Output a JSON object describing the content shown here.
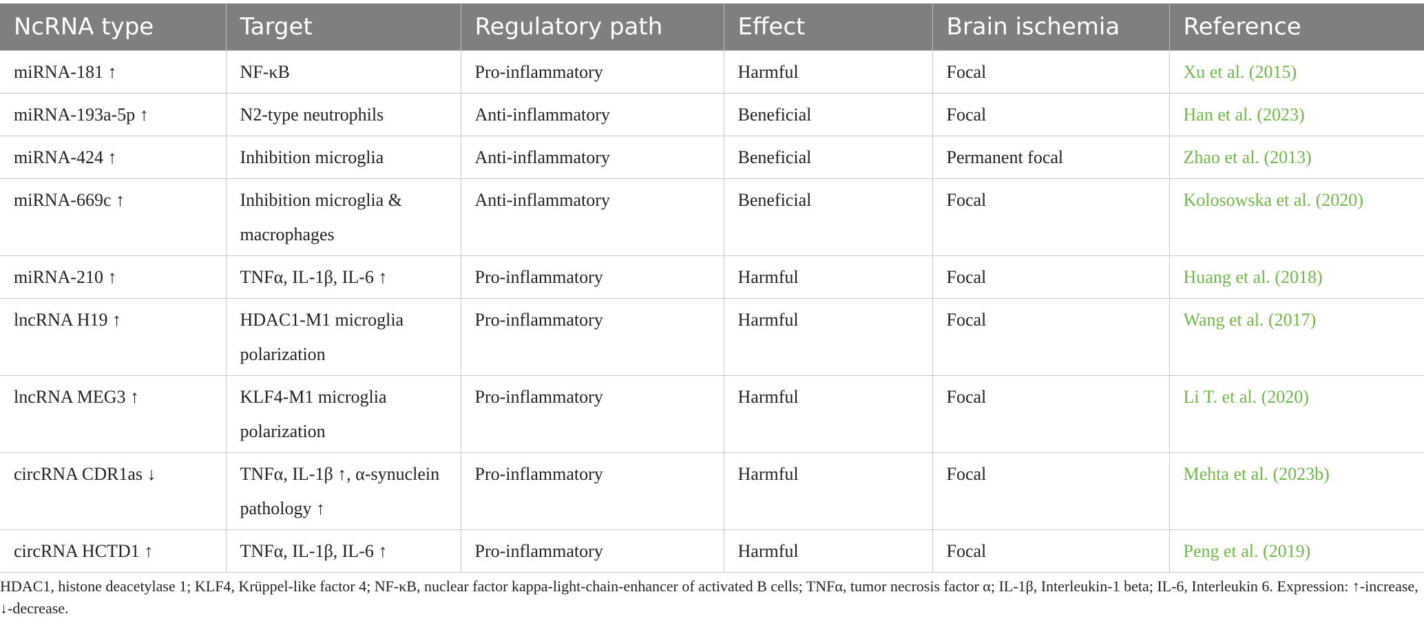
{
  "table": {
    "headers": [
      "NcRNA type",
      "Target",
      "Regulatory path",
      "Effect",
      "Brain ischemia",
      "Reference"
    ],
    "rows": [
      {
        "ncrna": "miRNA-181 ↑",
        "target": "NF-κB",
        "path": "Pro-inflammatory",
        "effect": "Harmful",
        "ischemia": "Focal",
        "reference": "Xu et al. (2015)"
      },
      {
        "ncrna": "miRNA-193a-5p ↑",
        "target": "N2-type neutrophils",
        "path": "Anti-inflammatory",
        "effect": "Beneficial",
        "ischemia": "Focal",
        "reference": "Han et al. (2023)"
      },
      {
        "ncrna": "miRNA-424 ↑",
        "target": "Inhibition microglia",
        "path": "Anti-inflammatory",
        "effect": "Beneficial",
        "ischemia": "Permanent focal",
        "reference": "Zhao et al. (2013)"
      },
      {
        "ncrna": "miRNA-669c ↑",
        "target": "Inhibition microglia & macrophages",
        "path": "Anti-inflammatory",
        "effect": "Beneficial",
        "ischemia": "Focal",
        "reference": "Kolosowska et al. (2020)"
      },
      {
        "ncrna": "miRNA-210 ↑",
        "target": "TNFα, IL-1β, IL-6 ↑",
        "path": "Pro-inflammatory",
        "effect": "Harmful",
        "ischemia": "Focal",
        "reference": "Huang et al. (2018)"
      },
      {
        "ncrna": "lncRNA H19 ↑",
        "target": "HDAC1-M1 microglia polarization",
        "path": "Pro-inflammatory",
        "effect": "Harmful",
        "ischemia": "Focal",
        "reference": "Wang et al. (2017)"
      },
      {
        "ncrna": "lncRNA MEG3 ↑",
        "target": "KLF4-M1 microglia polarization",
        "path": "Pro-inflammatory",
        "effect": "Harmful",
        "ischemia": "Focal",
        "reference": "Li T. et al. (2020)"
      },
      {
        "ncrna": "circRNA CDR1as ↓",
        "target": "TNFα, IL-1β ↑, α-synuclein pathology ↑",
        "path": "Pro-inflammatory",
        "effect": "Harmful",
        "ischemia": "Focal",
        "reference": "Mehta et al. (2023b)"
      },
      {
        "ncrna": "circRNA HCTD1 ↑",
        "target": "TNFα, IL-1β, IL-6 ↑",
        "path": "Pro-inflammatory",
        "effect": "Harmful",
        "ischemia": "Focal",
        "reference": "Peng et al. (2019)"
      }
    ]
  },
  "footnote": "HDAC1, histone deacetylase 1; KLF4, Krüppel-like factor 4; NF-κB, nuclear factor kappa-light-chain-enhancer of activated B cells; TNFα, tumor necrosis factor α; IL-1β, Interleukin-1 beta; IL-6, Interleukin 6. Expression: ↑-increase, ↓-decrease.",
  "colors": {
    "header_bg": "#7f7f7f",
    "header_text": "#ffffff",
    "reference_link": "#6dbb45",
    "grid": "#c8c8c8"
  }
}
